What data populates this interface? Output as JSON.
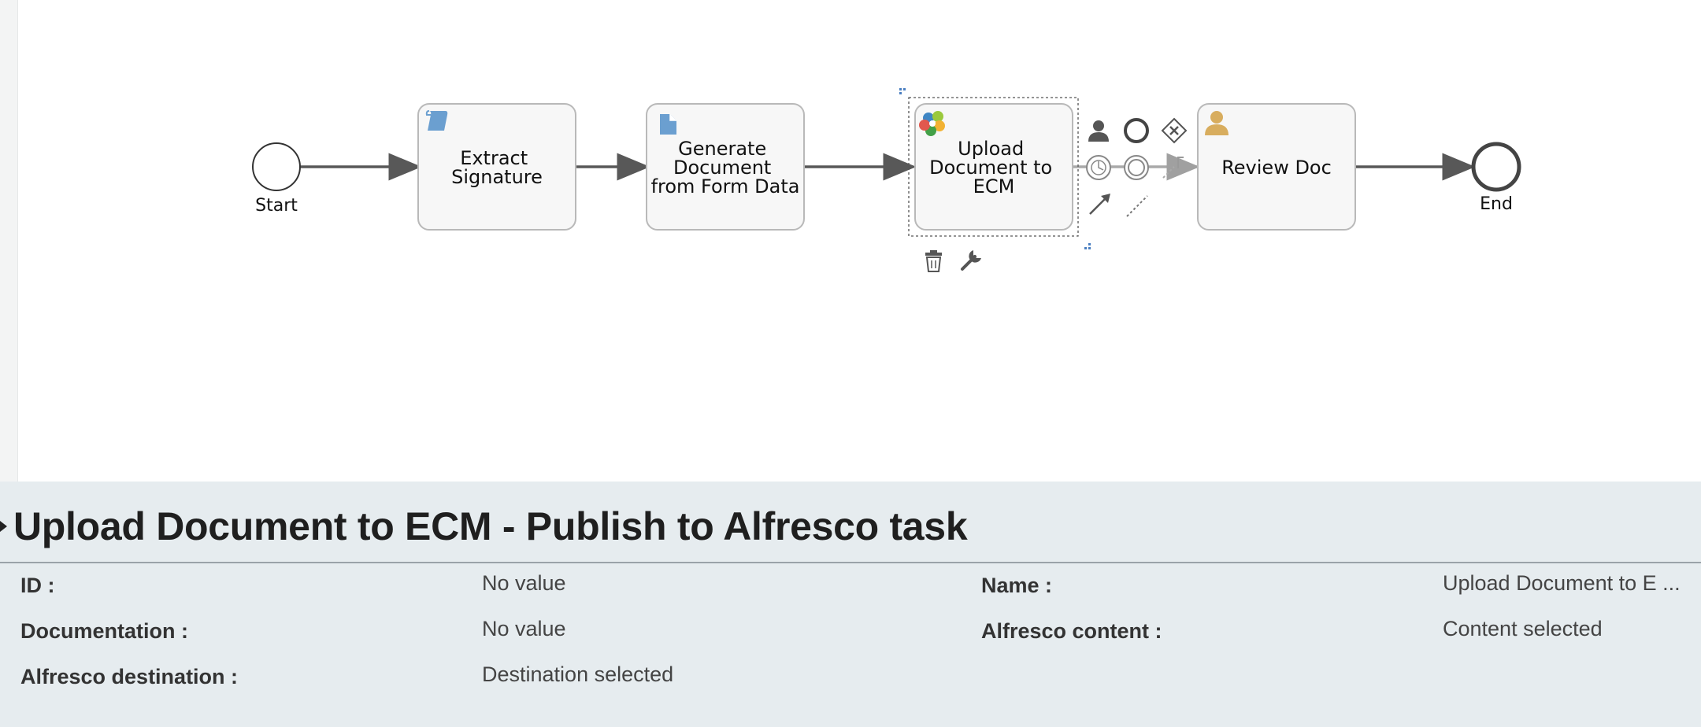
{
  "diagram": {
    "start_label": "Start",
    "end_label": "End",
    "tasks": [
      {
        "id": "extract",
        "lines": [
          "Extract",
          "Signature"
        ],
        "icon": "script-task-icon"
      },
      {
        "id": "generate",
        "lines": [
          "Generate",
          "Document",
          "from Form Data"
        ],
        "icon": "document-icon"
      },
      {
        "id": "upload",
        "lines": [
          "Upload",
          "Document to",
          "ECM"
        ],
        "icon": "alfresco-icon",
        "selected": true
      },
      {
        "id": "review",
        "lines": [
          "Review Doc"
        ],
        "icon": "user-task-icon"
      }
    ],
    "context_pad": [
      "user-task-icon",
      "end-event-icon",
      "exclusive-gateway-icon",
      "intermediate-timer-icon",
      "intermediate-event-icon",
      "connect-arrow-icon",
      "association-icon",
      "delete-icon",
      "wrench-icon"
    ]
  },
  "panel": {
    "title": "Upload Document to ECM - Publish to Alfresco task",
    "properties": {
      "id_label": "ID :",
      "id_value": "No value",
      "name_label": "Name :",
      "name_value": "Upload Document to E ...",
      "documentation_label": "Documentation :",
      "documentation_value": "No value",
      "alfresco_content_label": "Alfresco content :",
      "alfresco_content_value": "Content selected",
      "alfresco_destination_label": "Alfresco destination :",
      "alfresco_destination_value": "Destination selected"
    }
  },
  "colors": {
    "task_fill": "#f7f7f7",
    "task_stroke": "#b9b9b9",
    "flow": "#585858",
    "icon_blue": "#6b9fd0",
    "user_gold": "#d8ad5e",
    "panel_bg": "#e6ecef"
  }
}
